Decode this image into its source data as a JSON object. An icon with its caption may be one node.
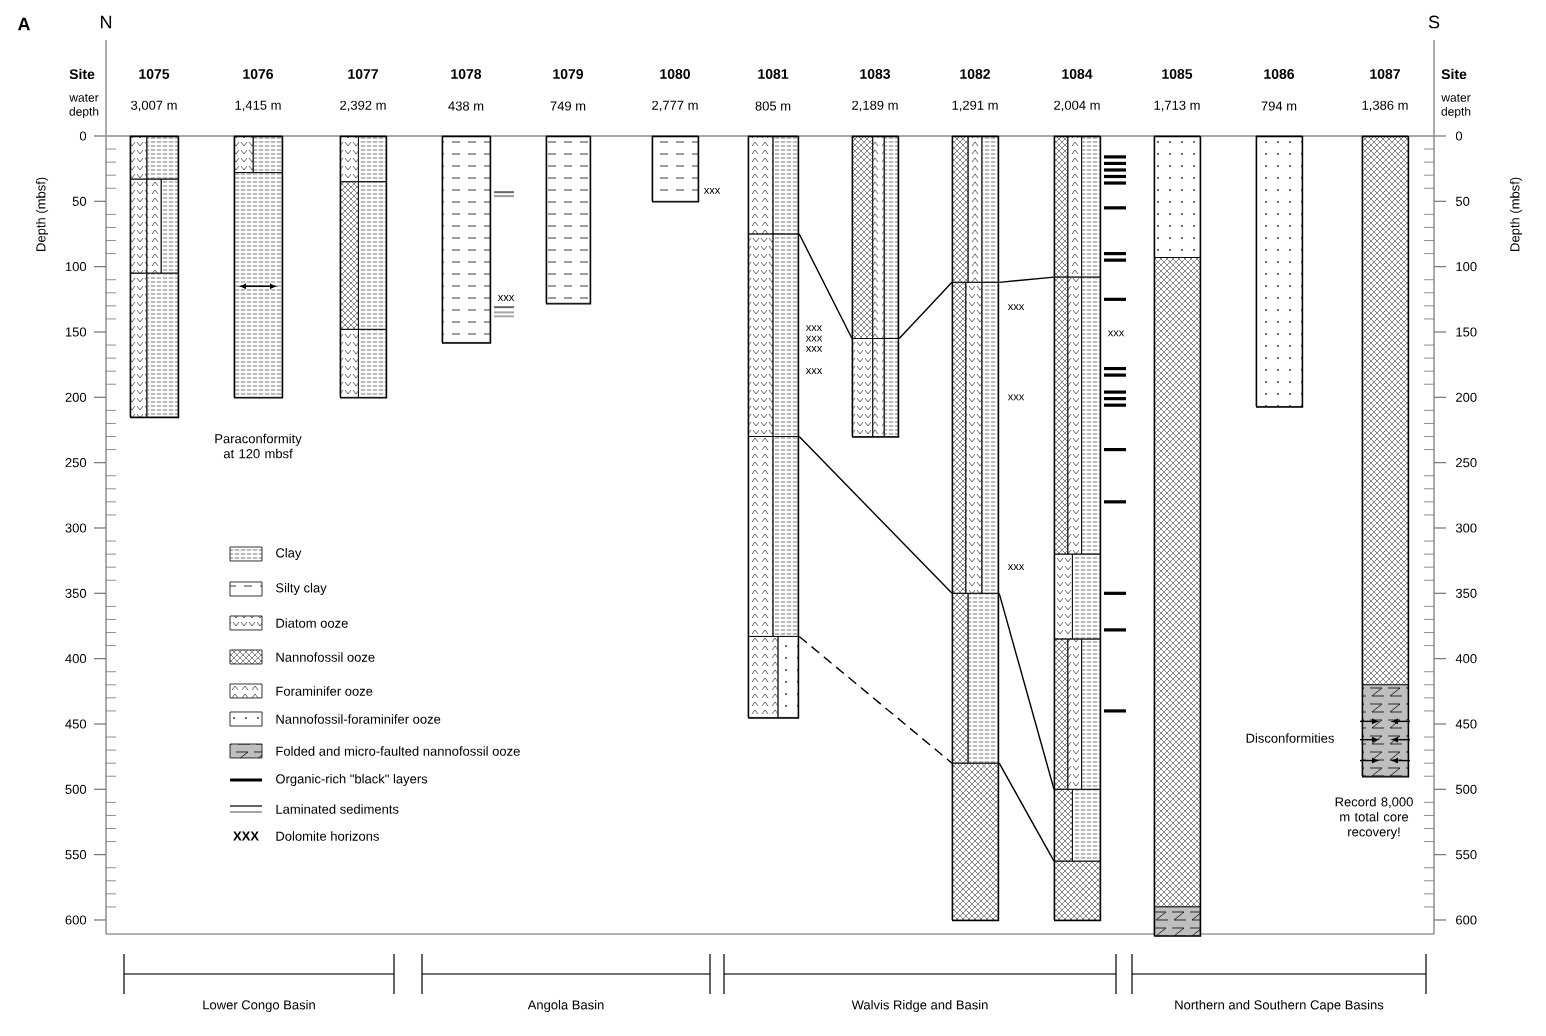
{
  "diagram": {
    "nodes": [
      {
        "text": [],
        "shape": "bar",
        "beside": [
          "1075",
          "3,007 m"
        ]
      },
      {
        "text": [],
        "shape": "bar",
        "beside": [
          "1076",
          "1,415 m",
          "Paraconformity at 120 mbsf"
        ]
      },
      {
        "text": [],
        "shape": "bar",
        "beside": [
          "1077",
          "2,392 m"
        ]
      },
      {
        "text": [],
        "shape": "bar",
        "beside": [
          "1078",
          "438 m"
        ]
      },
      {
        "text": [],
        "shape": "bar",
        "beside": [
          "1079",
          "749 m"
        ]
      },
      {
        "text": [],
        "shape": "bar",
        "beside": [
          "1080",
          "2,777 m"
        ]
      },
      {
        "text": [],
        "shape": "bar",
        "beside": [
          "1081",
          "805 m"
        ]
      },
      {
        "text": [],
        "shape": "bar",
        "beside": [
          "1083",
          "2,189 m"
        ]
      },
      {
        "text": [],
        "shape": "bar",
        "beside": [
          "1082",
          "1,291 m"
        ]
      },
      {
        "text": [],
        "shape": "bar",
        "beside": [
          "1084",
          "2,004 m"
        ]
      },
      {
        "text": [],
        "shape": "bar",
        "beside": [
          "1085",
          "1,713 m"
        ]
      },
      {
        "text": [],
        "shape": "bar",
        "beside": [
          "1086",
          "794 m"
        ]
      },
      {
        "text": [],
        "shape": "bar",
        "beside": [
          "1087",
          "1,386 m",
          "Disconformities",
          "Record 8,000 m total core recovery!"
        ]
      }
    ],
    "edges": [
      {
        "from": 6,
        "to": 7,
        "arrow": "none"
      },
      {
        "from": 7,
        "to": 8,
        "arrow": "none"
      },
      {
        "from": 8,
        "to": 9,
        "arrow": "none"
      },
      {
        "from": 6,
        "to": 8,
        "arrow": "none"
      },
      {
        "from": 6,
        "to": 8,
        "arrow": "none",
        "style": "dashed"
      },
      {
        "from": 8,
        "to": 9,
        "arrow": "none"
      },
      {
        "from": 8,
        "to": 9,
        "arrow": "none"
      }
    ],
    "labels": [
      "A",
      "N",
      "S",
      "Site",
      "water depth",
      "Depth (mbsf)",
      "0",
      "50",
      "100",
      "150",
      "200",
      "250",
      "300",
      "350",
      "400",
      "450",
      "500",
      "550",
      "600",
      "Site",
      "water depth",
      "Depth (mbsf)",
      "0",
      "50",
      "100",
      "150",
      "200",
      "250",
      "300",
      "350",
      "400",
      "450",
      "500",
      "550",
      "600",
      "xxx",
      "xxx",
      "xxx",
      "xxx",
      "xxx",
      "xxx",
      "xxx",
      "xxx",
      "xxx",
      "xxx",
      "XXX",
      "Lower Congo Basin",
      "Angola Basin",
      "Walvis Ridge and Basin",
      "Northern and Southern Cape Basins"
    ],
    "legend": [
      {
        "text": "Clay"
      },
      {
        "text": "Silty clay"
      },
      {
        "text": "Diatom ooze"
      },
      {
        "text": "Nannofossil ooze"
      },
      {
        "text": "Foraminifer ooze"
      },
      {
        "text": "Nannofossil-foraminifer ooze"
      },
      {
        "text": "Folded and micro-faulted nannofossil ooze"
      },
      {
        "text": "Organic-rich \"black\" layers"
      },
      {
        "text": "Laminated sediments"
      },
      {
        "text": "Dolomite horizons"
      }
    ]
  }
}
